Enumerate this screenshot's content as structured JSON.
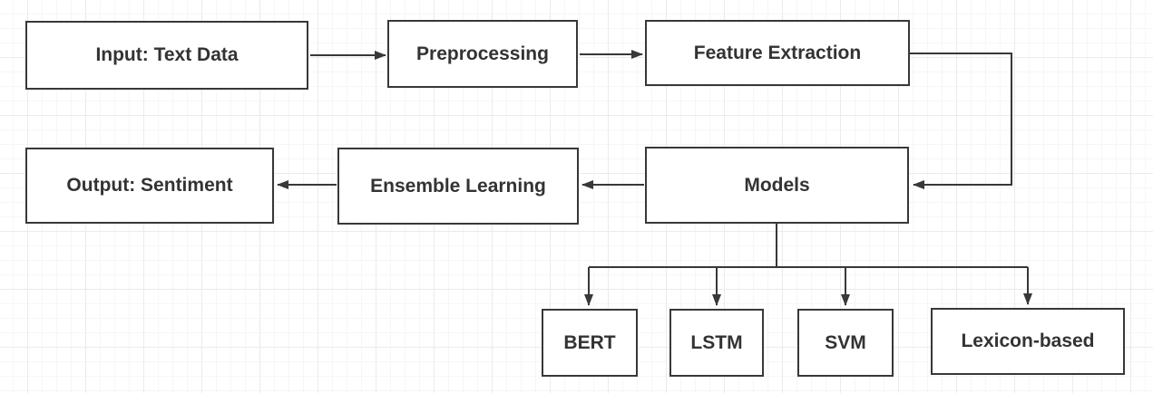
{
  "diagram": {
    "type": "flowchart",
    "nodes": [
      {
        "id": "input",
        "label": "Input: Text Data"
      },
      {
        "id": "preprocessing",
        "label": "Preprocessing"
      },
      {
        "id": "feature_extraction",
        "label": "Feature Extraction"
      },
      {
        "id": "output",
        "label": "Output: Sentiment"
      },
      {
        "id": "ensemble_learning",
        "label": "Ensemble Learning"
      },
      {
        "id": "models",
        "label": "Models"
      },
      {
        "id": "bert",
        "label": "BERT"
      },
      {
        "id": "lstm",
        "label": "LSTM"
      },
      {
        "id": "svm",
        "label": "SVM"
      },
      {
        "id": "lexicon_based",
        "label": "Lexicon-based"
      }
    ],
    "edges": [
      {
        "from": "input",
        "to": "preprocessing"
      },
      {
        "from": "preprocessing",
        "to": "feature_extraction"
      },
      {
        "from": "feature_extraction",
        "to": "models"
      },
      {
        "from": "models",
        "to": "ensemble_learning"
      },
      {
        "from": "ensemble_learning",
        "to": "output"
      },
      {
        "from": "models",
        "to": "bert"
      },
      {
        "from": "models",
        "to": "lstm"
      },
      {
        "from": "models",
        "to": "svm"
      },
      {
        "from": "models",
        "to": "lexicon_based"
      }
    ],
    "colors": {
      "background": "#ffffff",
      "grid_minor": "#f6f6f6",
      "grid_major": "#ebebeb",
      "node_fill": "#ffffff",
      "node_border": "#383838",
      "connector": "#383838",
      "text": "#333333"
    }
  }
}
